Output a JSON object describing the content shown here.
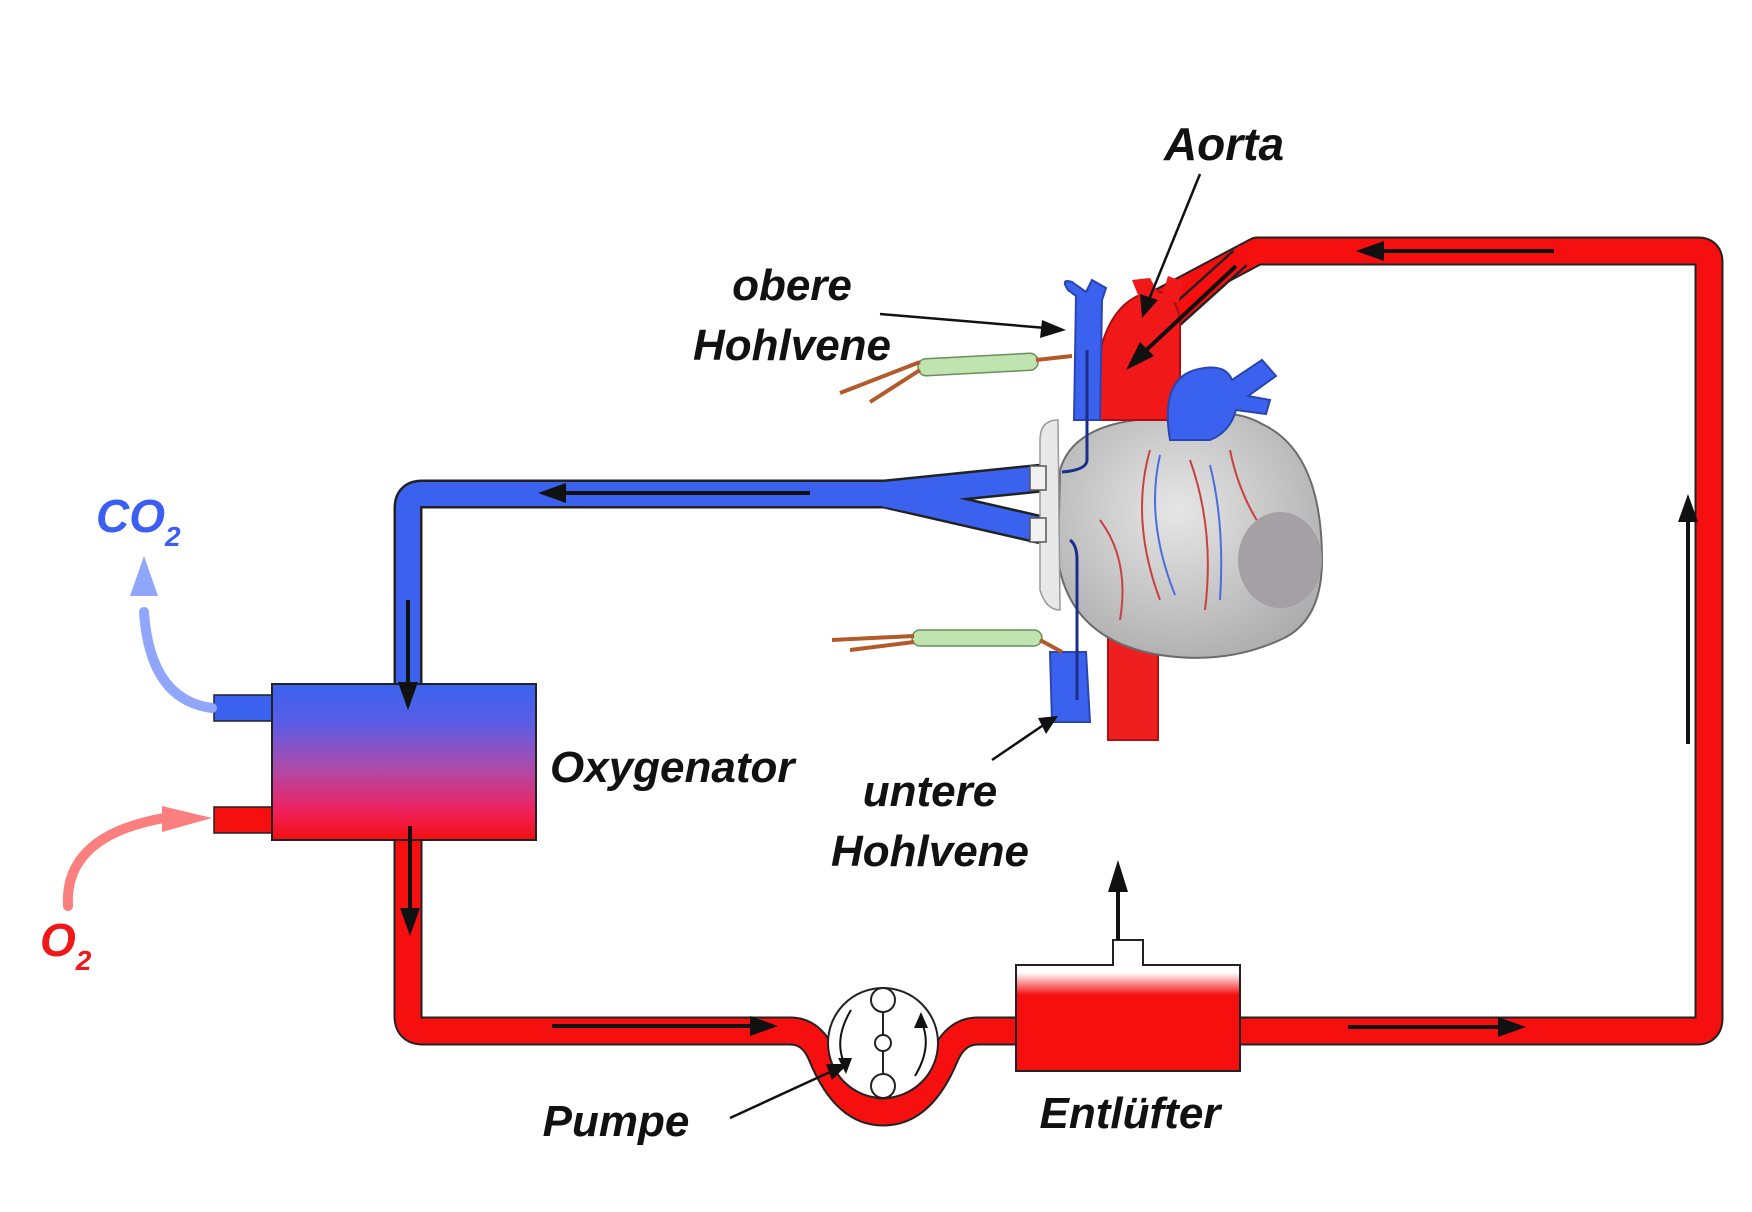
{
  "labels": {
    "aorta": "Aorta",
    "obere_line1": "obere",
    "obere_line2": "Hohlvene",
    "untere_line1": "untere",
    "untere_line2": "Hohlvene",
    "oxygenator": "Oxygenator",
    "pumpe": "Pumpe",
    "entluefter": "Entlüfter",
    "co2_main": "CO",
    "co2_sub": "2",
    "o2_main": "O",
    "o2_sub": "2"
  },
  "colors": {
    "venous_blue": "#3a62ee",
    "arterial_red": "#f50f0f",
    "co2_text": "#3b5ff5",
    "o2_text": "#f01818",
    "co2_arrow": "#8fa6fb",
    "o2_arrow": "#fb7f7f",
    "outline": "#222222",
    "heart_grey": "#c9c9c9"
  },
  "icons": {
    "heart": "heart-illustration-icon",
    "pump": "roller-pump-icon"
  }
}
